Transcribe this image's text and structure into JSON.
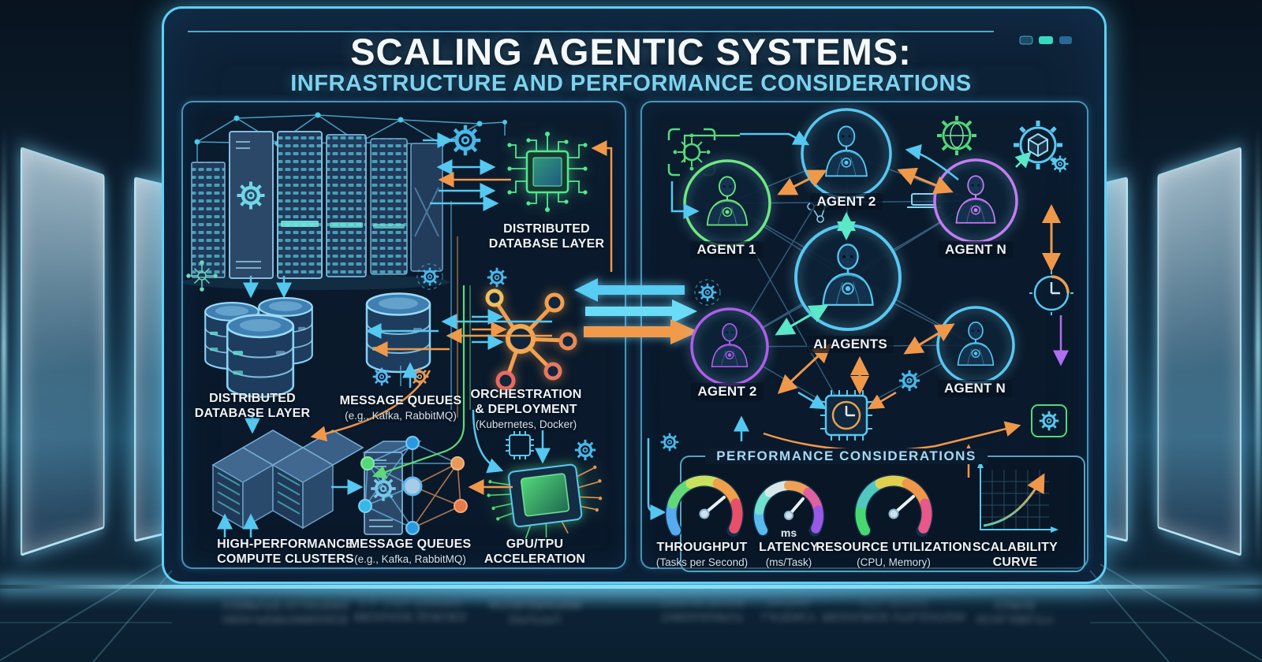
{
  "title": {
    "line1": "SCALING AGENTIC SYSTEMS:",
    "line2": "INFRASTRUCTURE AND PERFORMANCE CONSIDERATIONS"
  },
  "left_panel": {
    "database_chip": {
      "label": "DISTRIBUTED DATABASE LAYER"
    },
    "database_cluster": {
      "label": "DISTRIBUTED DATABASE LAYER"
    },
    "message_queues_db": {
      "label": "MESSAGE QUEUES",
      "sublabel": "(e.g., Kafka, RabbitMQ)"
    },
    "orchestration": {
      "label": "ORCHESTRATION & DEPLOYMENT",
      "sublabel": "(Kubernetes, Docker)"
    },
    "compute_clusters": {
      "label": "HIGH-PERFORMANCE COMPUTE CLUSTERS"
    },
    "message_queues_mesh": {
      "label": "MESSAGE QUEUES",
      "sublabel": "(e.g., Kafka, RabbitMQ)"
    },
    "gpu_tpu": {
      "label": "GPU/TPU ACCELERATION"
    }
  },
  "right_panel": {
    "agents": [
      {
        "label": "AGENT 1",
        "ring_color": "#6ee87e"
      },
      {
        "label": "AGENT 2",
        "ring_color": "#56c8f2"
      },
      {
        "label": "AGENT N",
        "ring_color": "#c47cf2"
      },
      {
        "label": "AI AGENTS",
        "ring_color": "#56c8f2"
      },
      {
        "label": "AGENT 2",
        "ring_color": "#b25cf0"
      },
      {
        "label": "AGENT N",
        "ring_color": "#56c8f2"
      }
    ],
    "performance": {
      "title": "PERFORMANCE CONSIDERATIONS",
      "metrics": [
        {
          "label": "THROUGHPUT",
          "sublabel": "(Tasks per Second)"
        },
        {
          "label": "LATENCY",
          "sublabel": "(ms/Task)",
          "unit": "ms"
        },
        {
          "label": "RESOURCE UTILIZATION",
          "sublabel": "(CPU, Memory)"
        },
        {
          "label": "SCALABILITY CURVE",
          "sublabel": ""
        }
      ]
    }
  },
  "colors": {
    "accent_cyan": "#54c8f0",
    "accent_orange": "#f0984a",
    "accent_green": "#5fd878",
    "accent_teal": "#5ae8c8",
    "accent_purple": "#b06ef0",
    "accent_pink": "#e87aa0",
    "window_pills": [
      "#1d4a66",
      "#38d8c0",
      "#2a6898"
    ],
    "gauge_throughput": [
      "#55aaf0",
      "#62d878",
      "#c8e060",
      "#f0a048",
      "#e8506a"
    ],
    "gauge_latency": [
      "#58b8f0",
      "#70e0d0",
      "#d8e8e8",
      "#f0a055",
      "#e060a0",
      "#9858e8"
    ],
    "gauge_resource": [
      "#48d870",
      "#50c8c0",
      "#e0d050",
      "#f09848",
      "#e85888"
    ]
  }
}
